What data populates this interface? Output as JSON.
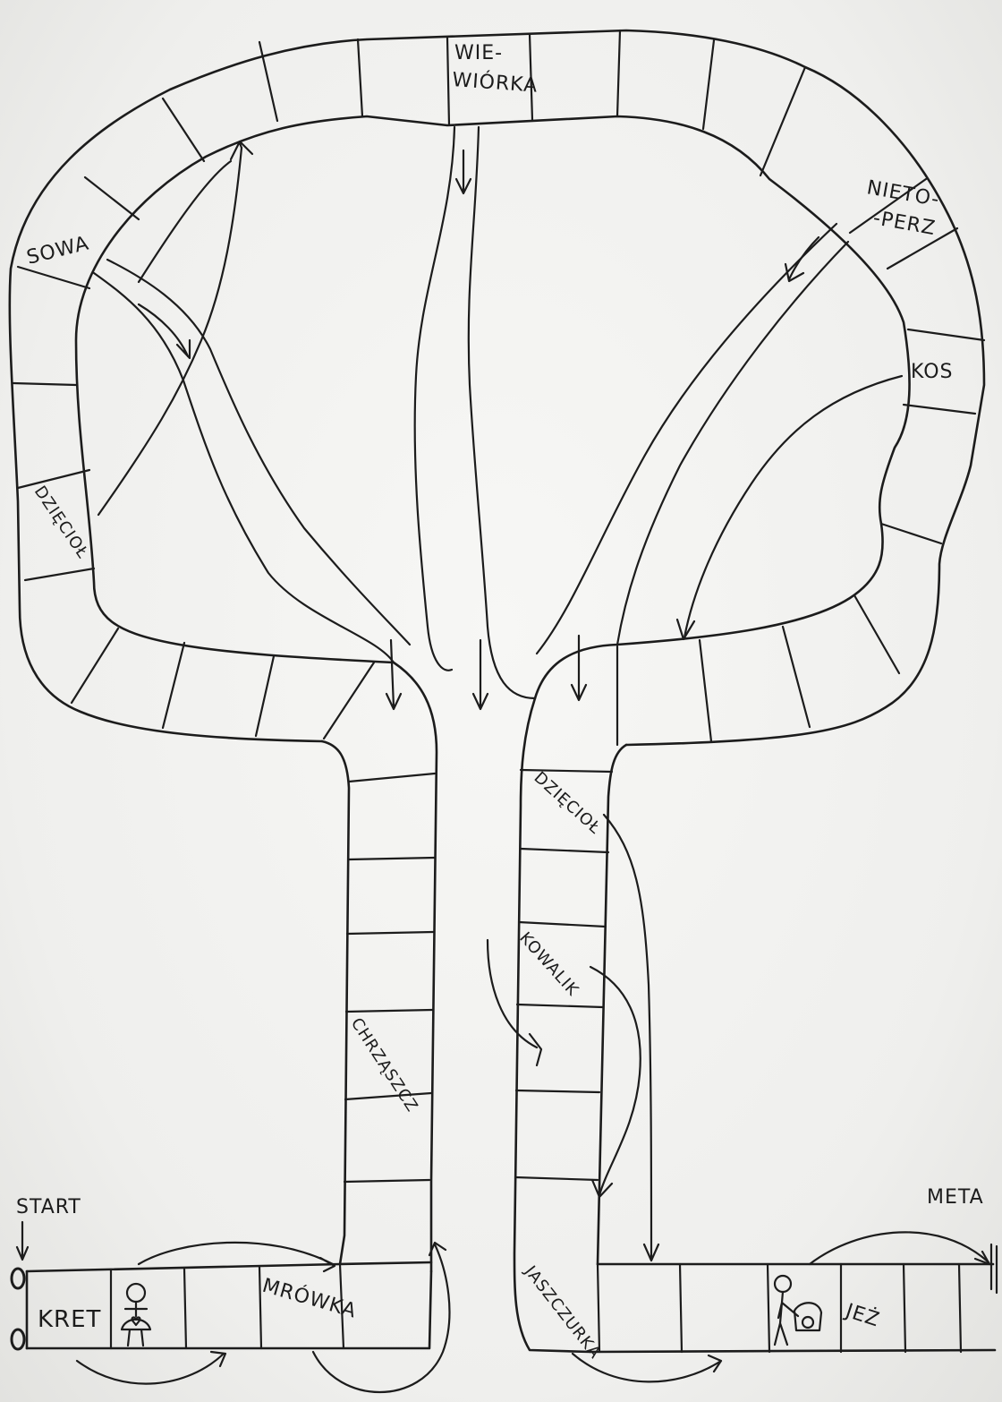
{
  "board": {
    "start_label": "START",
    "finish_label": "META",
    "fields": {
      "squirrel": [
        "WIE-",
        "WIÓRKA"
      ],
      "bat": [
        "NIETO-",
        "-PERZ"
      ],
      "owl": "SOWA",
      "blackbird": "KOS",
      "woodpecker_left": "DZIĘCIOŁ",
      "woodpecker_trunk": "DZIĘCIOŁ",
      "nuthatch": "KOWALIK",
      "beetle": "CHRZĄSZCZ",
      "mole": "KRET",
      "ant": "MRÓWKA",
      "lizard": "JASZCZURKA",
      "hedgehog": "JEŻ"
    },
    "icons": [
      "start-pawn-marker-icon",
      "girl-figure-icon",
      "person-with-basket-icon"
    ]
  }
}
